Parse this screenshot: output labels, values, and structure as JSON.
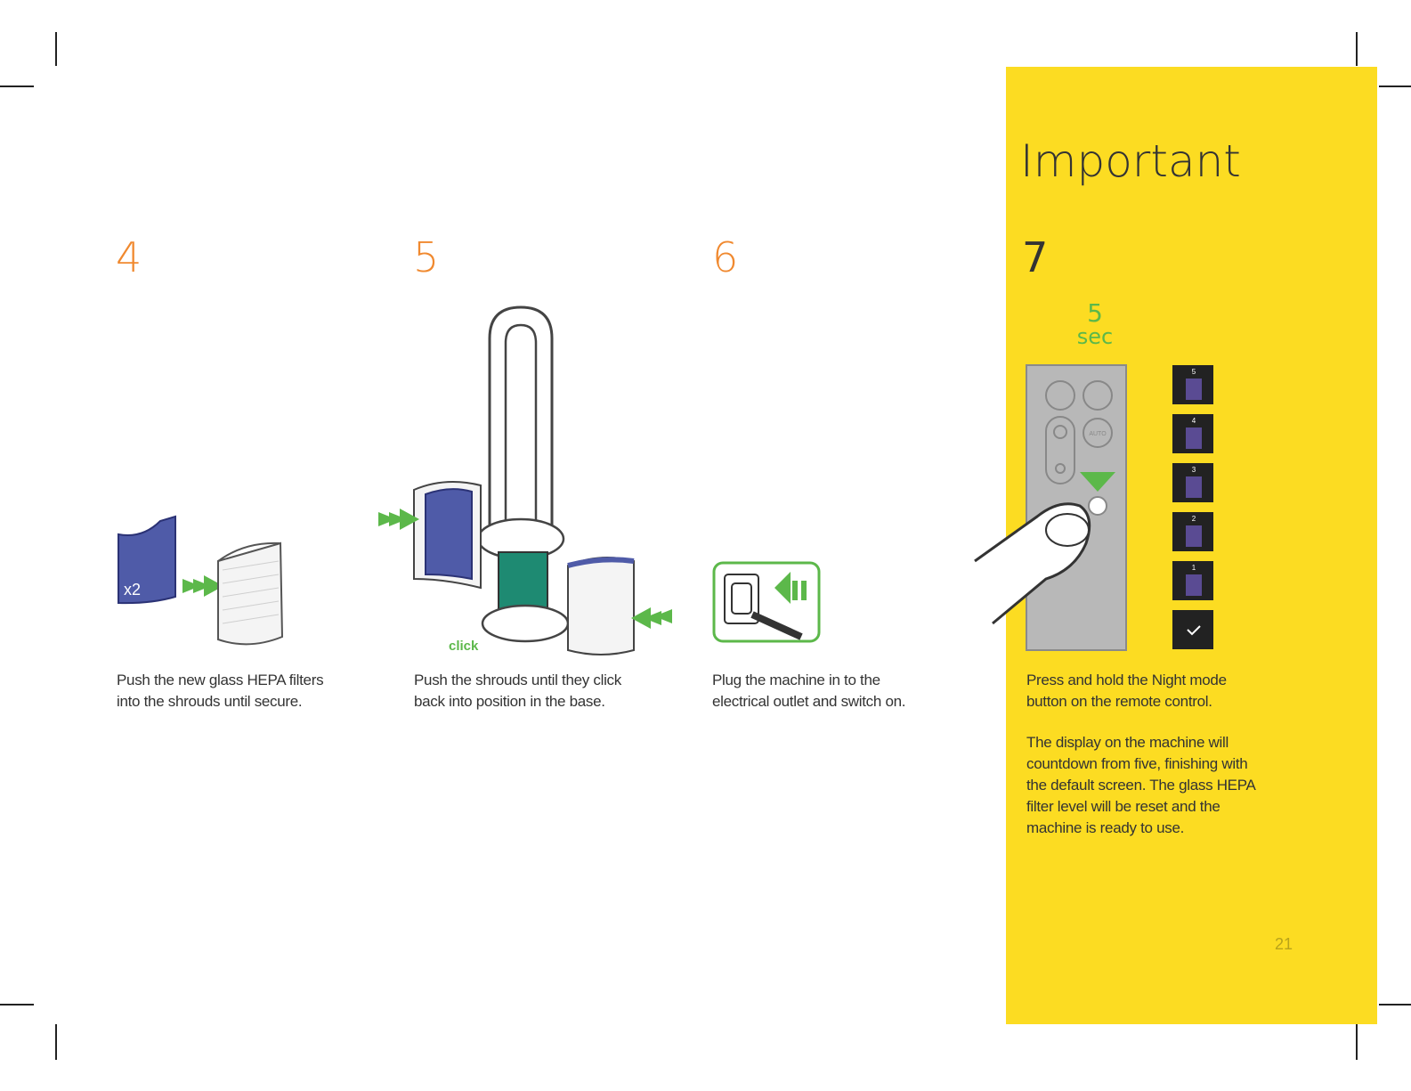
{
  "steps": [
    {
      "number": "4",
      "caption_line1": "Push the new glass HEPA filters",
      "caption_line2": "into the shrouds until secure.",
      "badge": "x2"
    },
    {
      "number": "5",
      "caption_line1": "Push the shrouds until they click",
      "caption_line2": "back into position in the base.",
      "click_label": "click"
    },
    {
      "number": "6",
      "caption_line1": "Plug the machine in to the",
      "caption_line2": "electrical outlet and switch on."
    }
  ],
  "important": {
    "title": "Important",
    "step_number": "7",
    "timer_value": "5",
    "timer_unit": "sec",
    "caption_lines": [
      "Press and hold the Night mode",
      "button on the remote control."
    ],
    "paragraph_lines": [
      "The display on the machine will",
      "countdown from five, finishing with",
      "the default screen. The glass HEPA",
      "filter level will be reset and the",
      "machine is ready to use."
    ],
    "countdown": [
      "5",
      "4",
      "3",
      "2",
      "1"
    ],
    "remote_auto_label": "AUTO",
    "page_number": "21"
  },
  "colors": {
    "panel_yellow": "#fcdc22",
    "step_orange": "#f0892f",
    "arrow_green": "#5cb84a",
    "filter_blue": "#4f5ba8",
    "filter_green": "#1e8a72"
  }
}
